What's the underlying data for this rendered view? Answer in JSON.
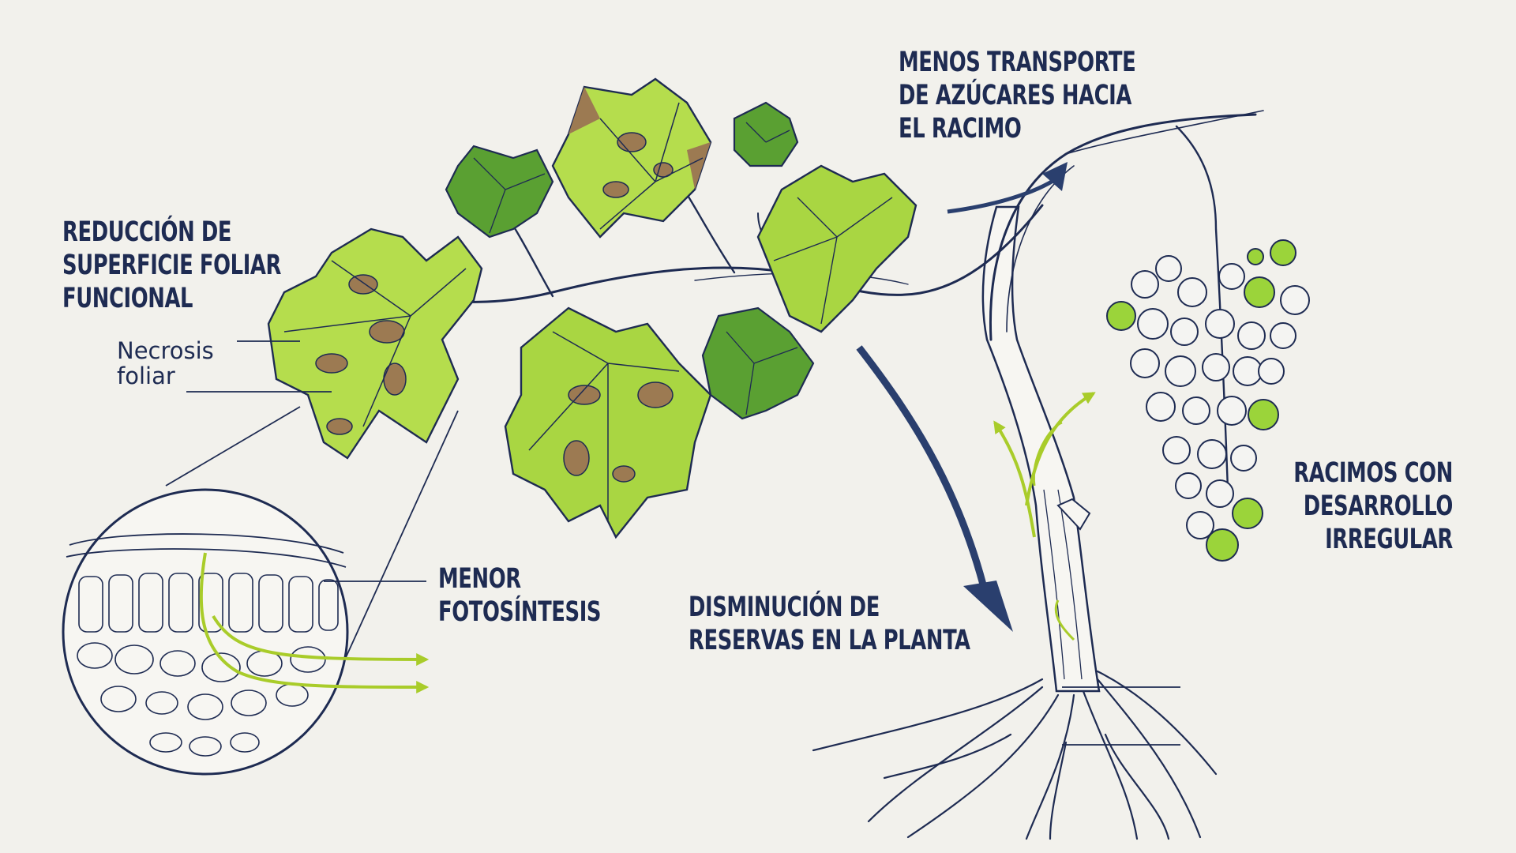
{
  "labels": {
    "reduccion": [
      "REDUCCIÓN DE",
      "SUPERFICIE FOLIAR",
      "FUNCIONAL"
    ],
    "necrosis": [
      "Necrosis",
      "foliar"
    ],
    "menor_fotosintesis": [
      "MENOR",
      "FOTOSÍNTESIS"
    ],
    "menos_transporte": [
      "MENOS TRANSPORTE",
      "DE AZÚCARES HACIA",
      "EL RACIMO"
    ],
    "disminucion_reservas": [
      "DISMINUCIÓN DE",
      "RESERVAS EN LA PLANTA"
    ],
    "racimos": [
      "RACIMOS CON",
      "DESARROLLO",
      "IRREGULAR"
    ]
  },
  "colors": {
    "background": "#f2f1ec",
    "ink": "#1e2b52",
    "leaf_green": "#8ccc3a",
    "leaf_dark": "#5aa032",
    "necrosis_brown": "#9c7a52",
    "arrow_lime": "#a9cc2a",
    "arrow_navy": "#2a3f6e",
    "grape_green": "#9bd43a"
  }
}
